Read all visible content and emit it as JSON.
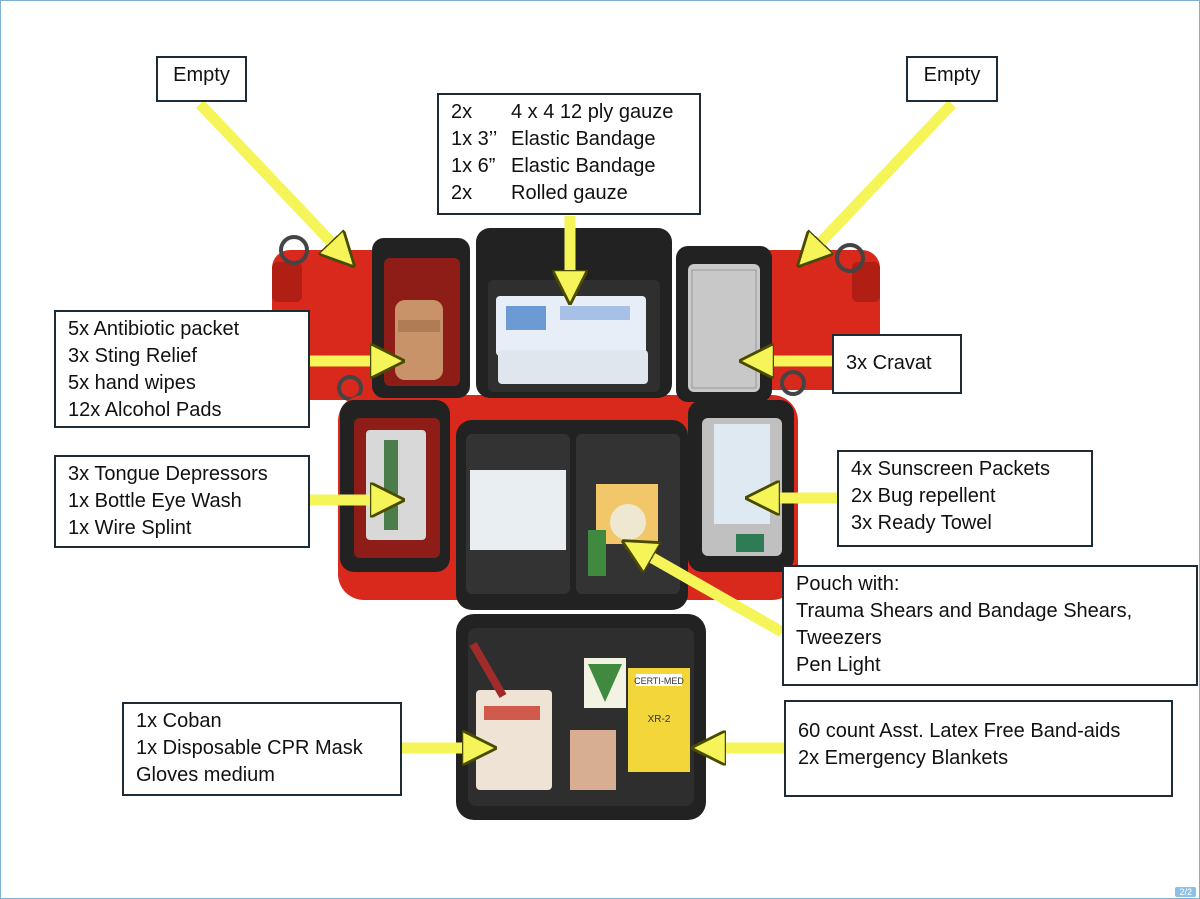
{
  "colors": {
    "arrow": "#f5f55a",
    "arrow_outline": "#4a4a00",
    "bag_red": "#d9281c",
    "bag_black": "#222222",
    "box_border": "#1d2b36"
  },
  "callouts": {
    "top_left_empty": {
      "text": "Empty"
    },
    "top_right_empty": {
      "text": "Empty"
    },
    "top_center": {
      "rows": [
        {
          "qty": "2x",
          "item": "4 x 4 12 ply gauze"
        },
        {
          "qty": "1x 3’’",
          "item": "Elastic Bandage"
        },
        {
          "qty": "1x 6”",
          "item": "Elastic Bandage"
        },
        {
          "qty": "2x",
          "item": "Rolled gauze"
        }
      ]
    },
    "antibiotic": {
      "lines": [
        "5x Antibiotic packet",
        "3x Sting Relief",
        "5x hand wipes",
        "12x Alcohol Pads"
      ]
    },
    "cravat": {
      "text": "3x Cravat"
    },
    "tongue": {
      "lines": [
        "3x Tongue Depressors",
        "1x Bottle Eye Wash",
        "1x Wire Splint"
      ]
    },
    "sunscreen": {
      "lines": [
        "4x Sunscreen Packets",
        "2x Bug repellent",
        "3x Ready Towel"
      ]
    },
    "pouch": {
      "lines": [
        "Pouch with:",
        "Trauma Shears and Bandage Shears,",
        "Tweezers",
        "Pen Light"
      ]
    },
    "coban": {
      "lines": [
        "1x Coban",
        "1x Disposable CPR Mask",
        "Gloves medium"
      ]
    },
    "bandaids": {
      "lines": [
        "60 count Asst. Latex Free Band-aids",
        "2x Emergency Blankets"
      ]
    }
  },
  "pouch_labels": {
    "tape_box": "CERTI-MED",
    "tape_sub": "XR-2"
  },
  "page_number": "2/2"
}
